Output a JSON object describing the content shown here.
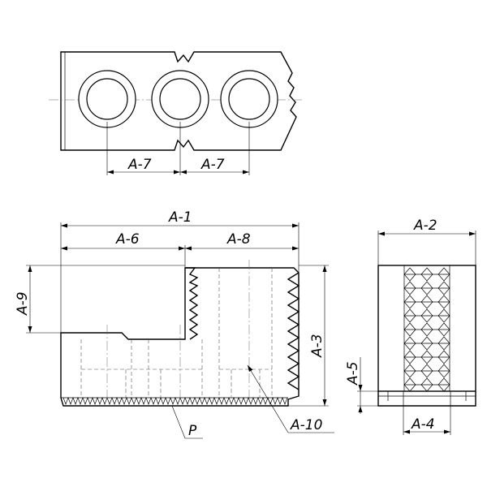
{
  "labels": {
    "a1": "A-1",
    "a2": "A-2",
    "a3": "A-3",
    "a4": "A-4",
    "a5": "A-5",
    "a6": "A-6",
    "a7_left": "A-7",
    "a7_right": "A-7",
    "a8": "A-8",
    "a9": "A-9",
    "a10": "A-10",
    "p": "P"
  }
}
